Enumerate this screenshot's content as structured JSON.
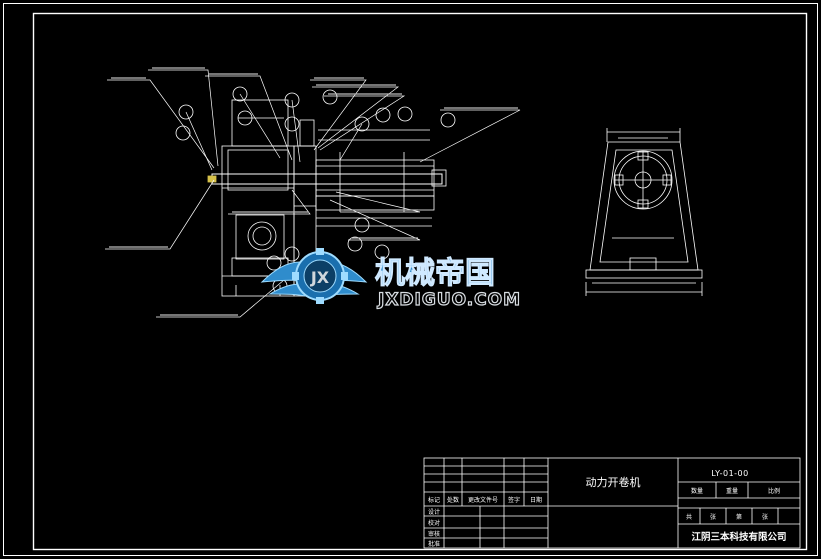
{
  "drawing": {
    "colors": {
      "background": "#000000",
      "line": "#ffffff",
      "watermark_blue": "#2f8ccc",
      "watermark_outline": "#9fdcff",
      "watermark_sign": "#cfd6db"
    }
  },
  "title_block": {
    "title": "动力开卷机",
    "drawing_number": "LY-01-00",
    "col_labels": [
      "标记",
      "处数",
      "更改文件号",
      "签字",
      "日期"
    ],
    "row_labels": [
      "设计",
      "校对",
      "审核",
      "批准"
    ],
    "props_labels": [
      "数量",
      "重量",
      "比例"
    ],
    "sheet_labels": [
      "共",
      "张",
      "第",
      "张"
    ],
    "company": "江阴三本科技有限公司"
  },
  "watermark": {
    "logo_letters": "JX",
    "brand_cn": "机械帝国",
    "brand_url": "JXDIGUO.COM"
  }
}
